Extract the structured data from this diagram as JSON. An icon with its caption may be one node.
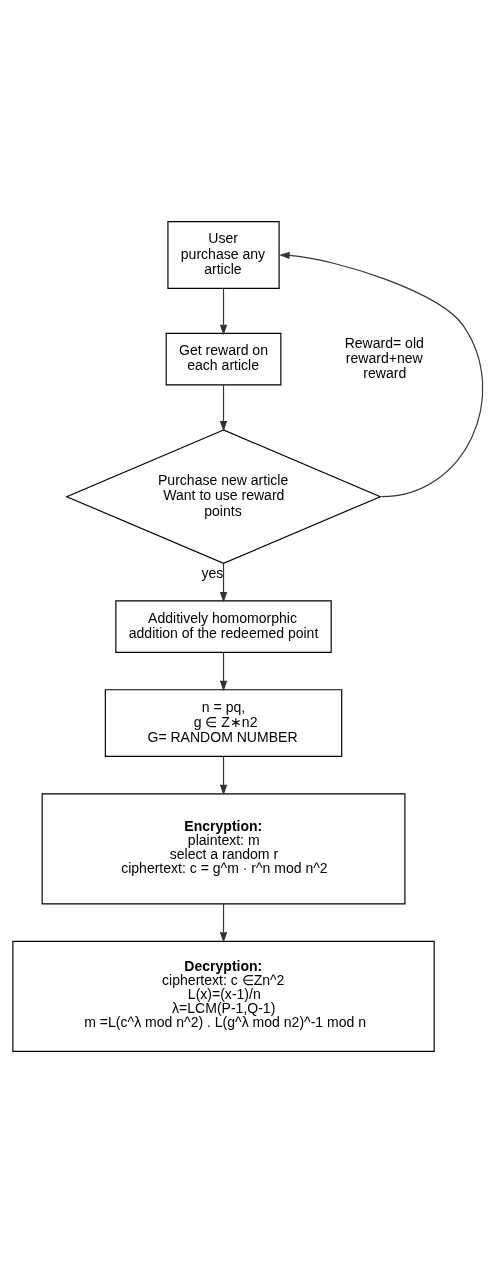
{
  "diagram": {
    "nodes": [
      {
        "text": [
          "User purchase any article"
        ]
      },
      {
        "text": [
          "Get reward on each article"
        ]
      },
      {
        "text": [
          "Purchase new article Want to use reward points"
        ]
      },
      {
        "text": [
          "Additively homomorphic addition of the redeemed point"
        ]
      },
      {
        "text": [
          "n = pq,",
          "g ∈ Z∗n2",
          "G= RANDOM NUMBER"
        ]
      },
      {
        "text": [
          "Encryption:",
          "plaintext: m",
          "select a random r",
          "ciphertext: c = g^m · r^n mod n^2"
        ]
      },
      {
        "text": [
          "Decryption:",
          "ciphertext: c ∈Zn^2",
          "L(x)=(x-1)/n",
          "λ=LCM(P-1,Q-1)",
          "m =L(c^λ mod n^2) . L(g^λ mod n2)^-1 mod n"
        ]
      }
    ],
    "edges": [
      {
        "from": 0,
        "to": 1,
        "arrow": "to"
      },
      {
        "from": 1,
        "to": 2,
        "arrow": "to"
      },
      {
        "from": 2,
        "to": 0,
        "arrow": "to"
      },
      {
        "from": 2,
        "to": 3,
        "arrow": "to",
        "label": "yes"
      },
      {
        "from": 3,
        "to": 4,
        "arrow": "to"
      },
      {
        "from": 4,
        "to": 5,
        "arrow": "to"
      },
      {
        "from": 5,
        "to": 6,
        "arrow": "to"
      }
    ],
    "labels": [
      "Reward= old reward+new reward"
    ]
  }
}
